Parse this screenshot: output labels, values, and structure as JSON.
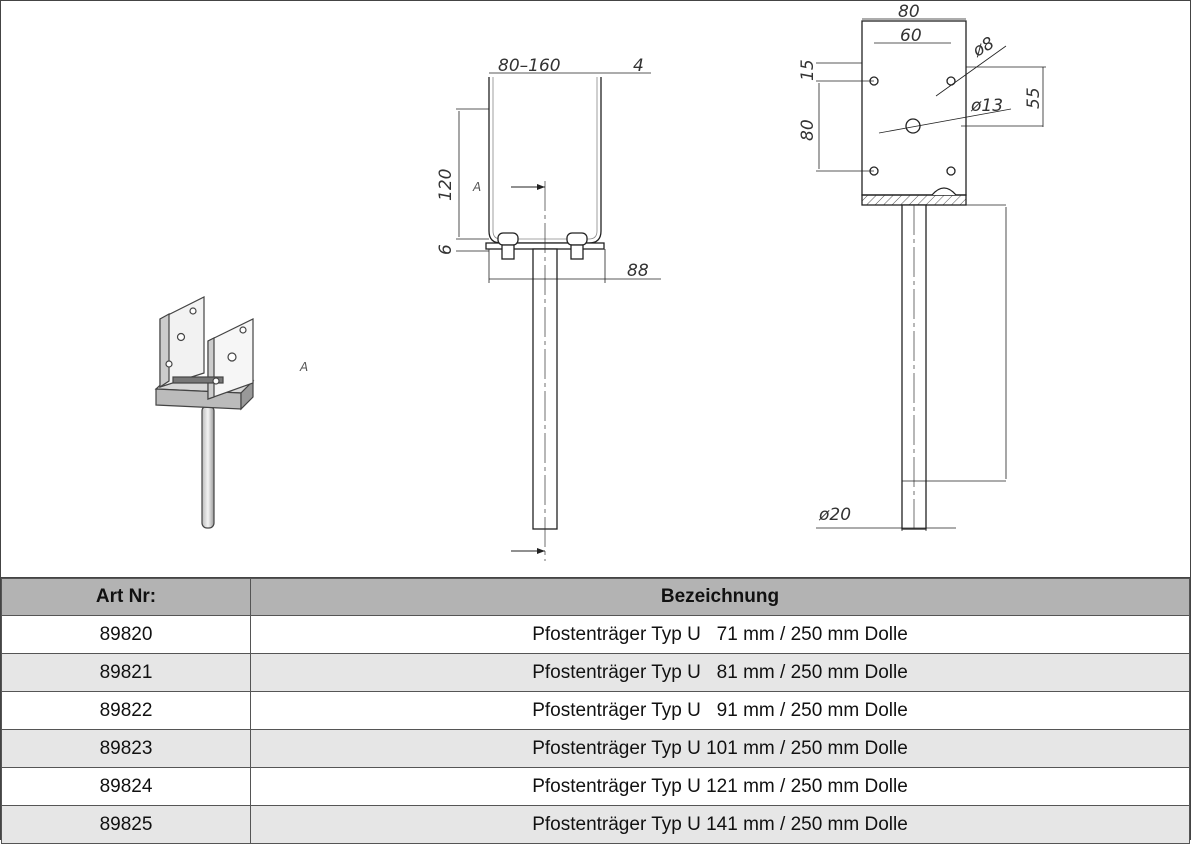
{
  "drawing": {
    "front_view": {
      "width_range": "80–160",
      "thickness": "4",
      "height": "120",
      "base": "6",
      "spacing": "88",
      "section": "A"
    },
    "side_view": {
      "width": "80",
      "hole_spacing": "60",
      "hole_dia": "ø8",
      "center_dia": "ø13",
      "edge": "15",
      "height": "80",
      "center_offset": "55",
      "rod_dia": "ø20"
    },
    "iso_label": "A"
  },
  "table": {
    "headers": [
      "Art Nr:",
      "Bezeichnung"
    ],
    "rows": [
      {
        "art": "89820",
        "name": "Pfostenträger Typ U   71 mm / 250 mm Dolle"
      },
      {
        "art": "89821",
        "name": "Pfostenträger Typ U   81 mm / 250 mm Dolle"
      },
      {
        "art": "89822",
        "name": "Pfostenträger Typ U   91 mm / 250 mm Dolle"
      },
      {
        "art": "89823",
        "name": "Pfostenträger Typ U 101 mm / 250 mm Dolle"
      },
      {
        "art": "89824",
        "name": "Pfostenträger Typ U 121 mm / 250 mm Dolle"
      },
      {
        "art": "89825",
        "name": "Pfostenträger Typ U 141 mm / 250 mm Dolle"
      }
    ]
  }
}
